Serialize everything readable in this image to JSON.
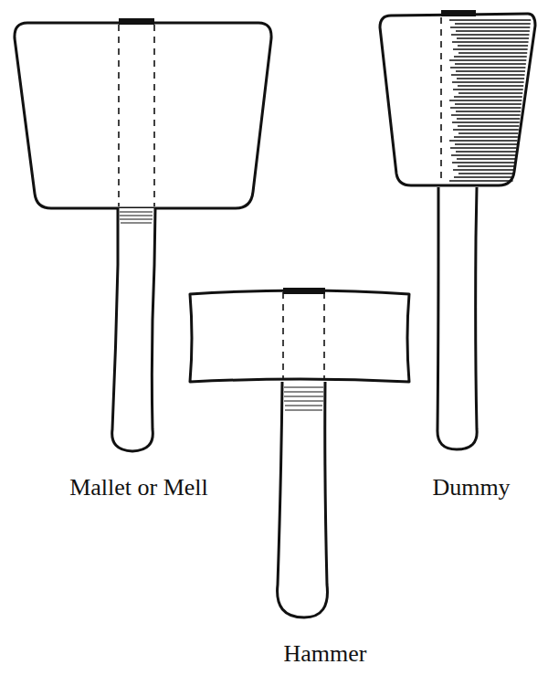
{
  "diagram": {
    "labels": [
      "Mallet or Mell",
      "Dummy",
      "Hammer"
    ]
  }
}
